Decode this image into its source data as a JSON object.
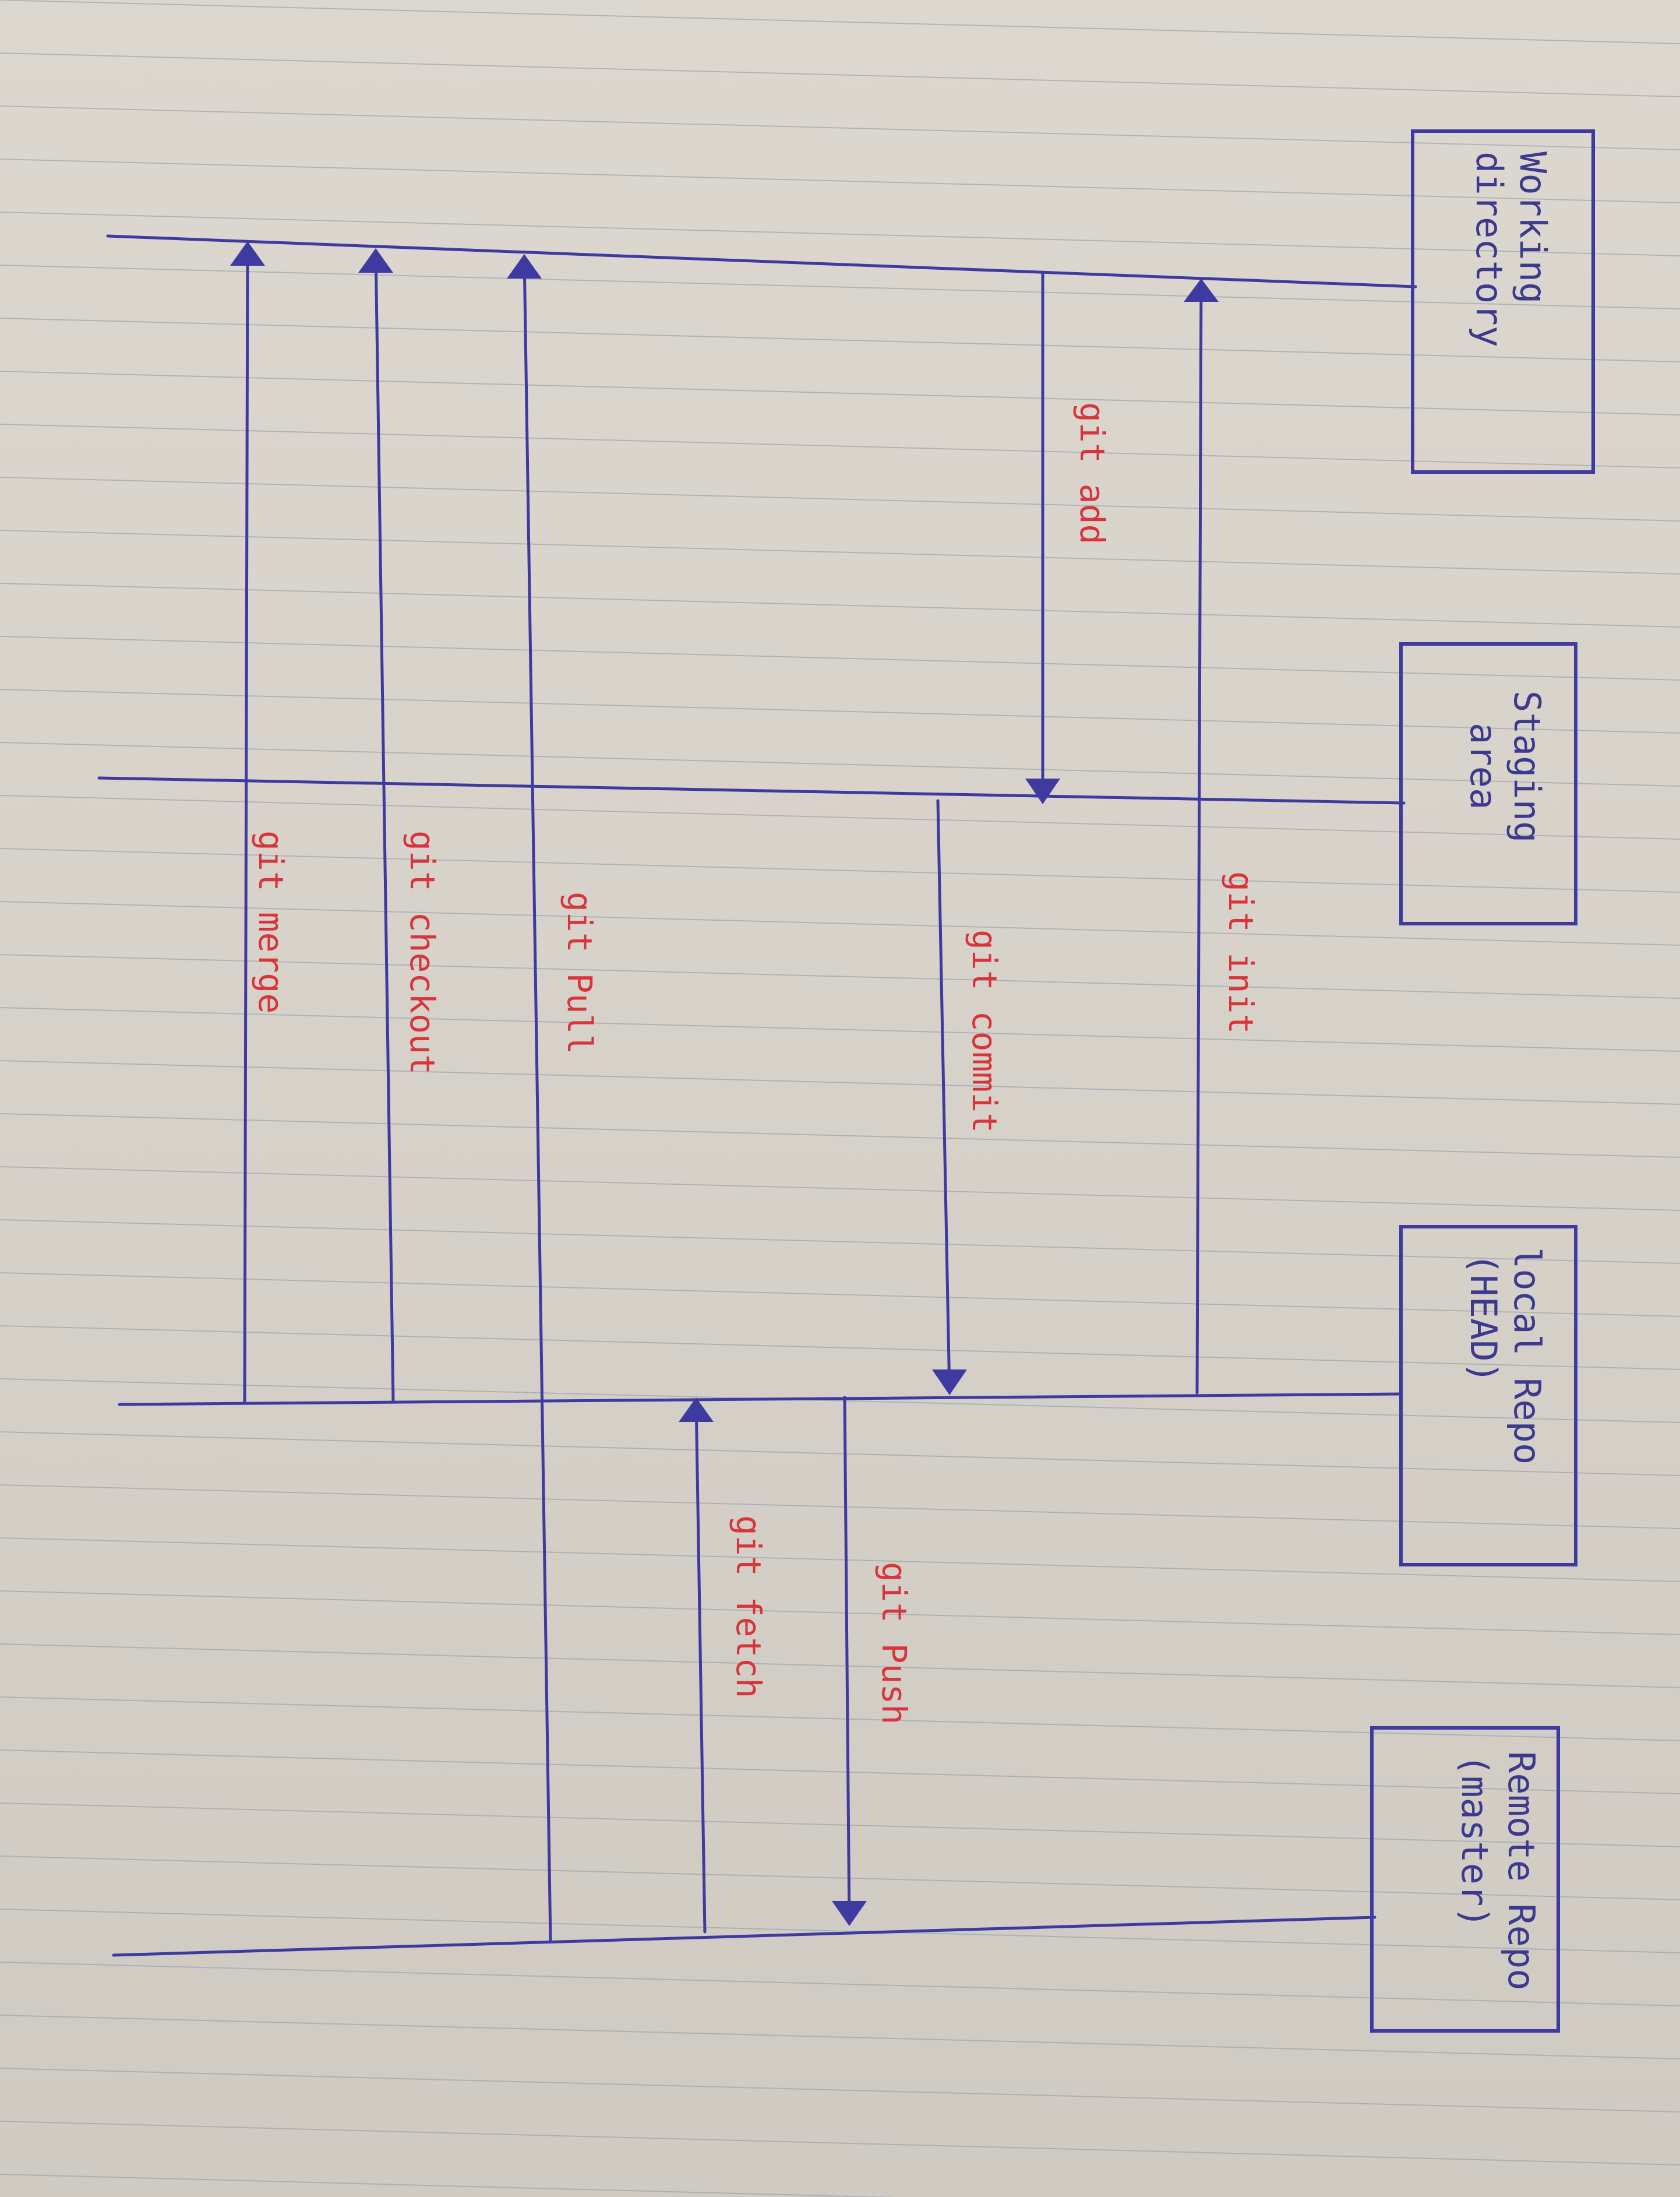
{
  "diagram": {
    "ink_color": "#3e3aa0",
    "label_color": "#d8343a",
    "paper_color": "#d9d4cc",
    "rule_color": "#8f9cae",
    "nodes": [
      {
        "id": "working",
        "lines": [
          "Working",
          "directory"
        ]
      },
      {
        "id": "staging",
        "lines": [
          "Staging",
          "area"
        ]
      },
      {
        "id": "local",
        "lines": [
          "local Repo",
          "(HEAD)"
        ]
      },
      {
        "id": "remote",
        "lines": [
          "Remote Repo",
          "(master)"
        ]
      }
    ],
    "commands": [
      {
        "id": "git-init",
        "label": "git init",
        "from": "local",
        "to": "working"
      },
      {
        "id": "git-add",
        "label": "git add",
        "from": "working",
        "to": "staging"
      },
      {
        "id": "git-commit",
        "label": "git commit",
        "from": "staging",
        "to": "local"
      },
      {
        "id": "git-push",
        "label": "git Push",
        "from": "local",
        "to": "remote"
      },
      {
        "id": "git-fetch",
        "label": "git fetch",
        "from": "remote",
        "to": "local"
      },
      {
        "id": "git-pull",
        "label": "git Pull",
        "from": "remote",
        "to": "working"
      },
      {
        "id": "git-checkout",
        "label": "git checkout",
        "from": "local",
        "to": "working"
      },
      {
        "id": "git-merge",
        "label": "git merge",
        "from": "local",
        "to": "working"
      }
    ]
  }
}
